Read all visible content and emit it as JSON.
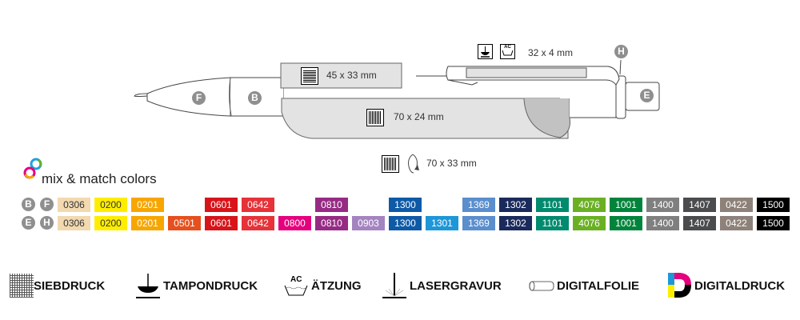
{
  "print_areas": {
    "barrel_top": "45 x 33 mm",
    "barrel_body": "70 x 24 mm",
    "clip": "32 x 4 mm",
    "wrap": "70 x 33 mm"
  },
  "part_labels": {
    "F": "F",
    "B": "B",
    "E": "E",
    "H": "H"
  },
  "mix_match_title": "mix & match colors",
  "rows": [
    {
      "labels": [
        "B",
        "F"
      ],
      "colors": [
        "0306",
        "0200",
        "0201",
        null,
        "0601",
        "0642",
        null,
        "0810",
        null,
        "1300",
        null,
        "1369",
        "1302",
        "1101",
        "4076",
        "1001",
        "1400",
        "1407",
        "0422",
        "1500"
      ]
    },
    {
      "labels": [
        "E",
        "H"
      ],
      "colors": [
        "0306",
        "0200",
        "0201",
        "0501",
        "0601",
        "0642",
        "0800",
        "0810",
        "0903",
        "1300",
        "1301",
        "1369",
        "1302",
        "1101",
        "4076",
        "1001",
        "1400",
        "1407",
        "0422",
        "1500"
      ]
    }
  ],
  "swatch_colors": {
    "0306": "#f2d9b0",
    "0200": "#ffed00",
    "0201": "#f7a600",
    "0501": "#e6501e",
    "0601": "#d7141a",
    "0642": "#e63238",
    "0800": "#e5007e",
    "0810": "#962b84",
    "0903": "#a484c0",
    "1300": "#0e5aa7",
    "1301": "#1d97d8",
    "1369": "#5a8ecd",
    "1302": "#1b2a5c",
    "1101": "#008a6e",
    "4076": "#6ab023",
    "1001": "#00843c",
    "1400": "#7f7f7f",
    "1407": "#4a4c4e",
    "0422": "#8d8179",
    "1500": "#000000"
  },
  "legend": [
    {
      "icon": "screen-print-icon",
      "label": "SIEBDRUCK"
    },
    {
      "icon": "pad-print-icon",
      "label": "TAMPONDRUCK"
    },
    {
      "icon": "etching-icon",
      "label": "ÄTZUNG"
    },
    {
      "icon": "laser-engraving-icon",
      "label": "LASERGRAVUR"
    },
    {
      "icon": "digital-foil-icon",
      "label": "DIGITALFOLIE"
    },
    {
      "icon": "digital-print-icon",
      "label": "DIGITALDRUCK"
    }
  ],
  "etching_icon_text": "AC"
}
